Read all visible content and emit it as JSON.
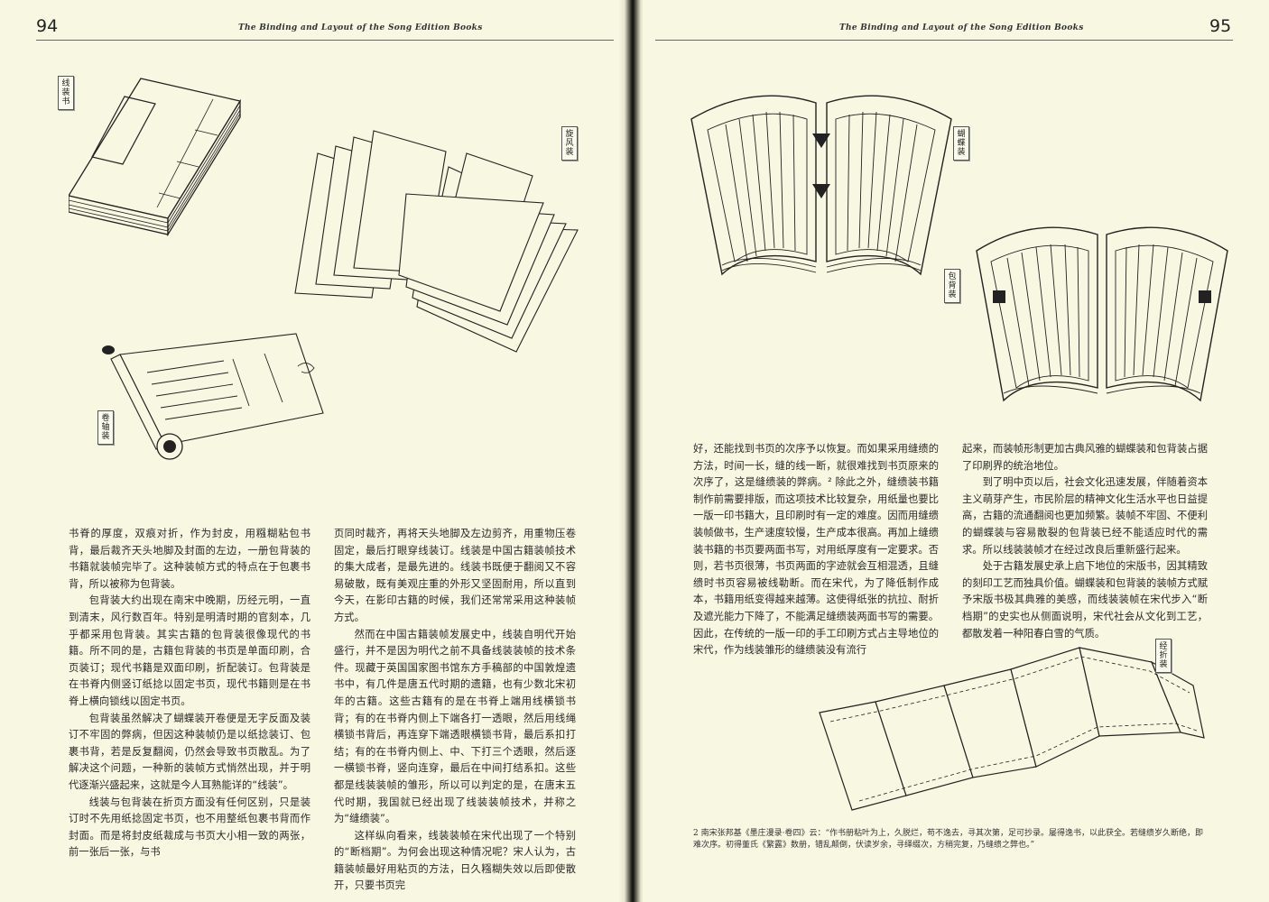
{
  "left_page": {
    "page_number": "94",
    "running_head": "The Binding and Layout of the Song Edition Books",
    "labels": {
      "thread_bound": "线装书",
      "whirlwind": "旋风装",
      "scroll": "卷轴装"
    },
    "col1": [
      "书脊的厚度，双痕对折，作为封皮，用糨糊粘包书背，最后裁齐天头地脚及封面的左边，一册包背装的书籍就装帧完毕了。这种装帧方式的特点在于包裹书背，所以被称为包背装。",
      "包背装大约出现在南宋中晚期，历经元明，一直到清末，风行数百年。特别是明清时期的官刻本，几乎都采用包背装。其实古籍的包背装很像现代的书籍。所不同的是，古籍包背装的书页是单面印刷，合页装订；现代书籍是双面印刷，折配装订。包背装是在书脊内侧竖订纸捻以固定书页，现代书籍则是在书脊上横向锁线以固定书页。",
      "包背装虽然解决了蝴蝶装开卷便是无字反面及装订不牢固的弊病，但因这种装帧仍是以纸捻装订、包裹书背，若是反复翻阅，仍然会导致书页散乱。为了解决这个问题，一种新的装帧方式悄然出现，并于明代逐渐兴盛起来，这就是今人耳熟能详的“线装”。",
      "线装与包背装在折页方面没有任何区别，只是装订时不先用纸捻固定书页，也不用整纸包裹书背而作封面。而是将封皮纸裁成与书页大小相一致的两张，前一张后一张，与书"
    ],
    "col2": [
      "页同时裁齐，再将天头地脚及左边剪齐，用重物压卷固定，最后打眼穿线装订。线装是中国古籍装帧技术的集大成者，是最先进的。线装书既便于翻阅又不容易破散，既有美观庄重的外形又坚固耐用，所以直到今天，在影印古籍的时候，我们还常常采用这种装帧方式。",
      "然而在中国古籍装帧发展史中，线装自明代开始盛行，并不是因为明代之前不具备线装装帧的技术条件。现藏于英国国家图书馆东方手稿部的中国敦煌遗书中，有几件是唐五代时期的遗籍，也有少数北宋初年的古籍。这些古籍有的是在书脊上端用线横锁书背；有的在书脊内侧上下端各打一透眼，然后用线绳横锁书背后，再连穿下端透眼横锁书背，最后系扣打结；有的在书脊内侧上、中、下打三个透眼，然后逐一横锁书脊，竖向连穿，最后在中间打结系扣。这些都是线装装帧的雏形，所以可以判定的是，在唐末五代时期，我国就已经出现了线装装帧技术，并称之为“缝缋装”。",
      "这样纵向看来，线装装帧在宋代出现了一个特别的“断档期”。为何会出现这种情况呢？宋人认为，古籍装帧最好用粘页的方法，日久糨糊失效以后即使散开，只要书页完"
    ]
  },
  "right_page": {
    "page_number": "95",
    "running_head": "The Binding and Layout of the Song Edition Books",
    "labels": {
      "butterfly": "蝴蝶装",
      "wrapped_back": "包背装",
      "sutra_fold": "经折装"
    },
    "col1": [
      "好，还能找到书页的次序予以恢复。而如果采用缝缋的方法，时间一长，缝的线一断，就很难找到书页原来的次序了，这是缝缋装的弊病。² 除此之外，缝缋装书籍制作前需要排版，而这项技术比较复杂，用纸量也要比一版一印书籍大，且印刷时有一定的难度。因而用缝缋装帧做书，生产速度较慢，生产成本很高。再加上缝缋装书籍的书页要两面书写，对用纸厚度有一定要求。否则，若书页很薄，书页两面的字迹就会互相混透，且缝缋时书页容易被线勒断。而在宋代，为了降低制作成本，书籍用纸变得越来越薄。这使得纸张的抗拉、耐折及遮光能力下降了，不能满足缝缋装两面书写的需要。因此，在传统的一版一印的手工印刷方式占主导地位的宋代，作为线装雏形的缝缋装没有流行"
    ],
    "col2": [
      "起来，而装帧形制更加古典风雅的蝴蝶装和包背装占据了印刷界的统治地位。",
      "到了明中页以后，社会文化迅速发展，伴随着资本主义萌芽产生，市民阶层的精神文化生活水平也日益提高，古籍的流通翻阅也更加频繁。装帧不牢固、不便利的蝴蝶装与容易散裂的包背装已经不能适应时代的需求。所以线装装帧才在经过改良后重新盛行起来。",
      "处于古籍发展史承上启下地位的宋版书，因其精致的刻印工艺而独具价值。蝴蝶装和包背装的装帧方式赋予宋版书极其典雅的美感，而线装装帧在宋代步入“断档期”的史实也从侧面说明，宋代社会从文化到工艺，都散发着一种阳春白雪的气质。"
    ],
    "footnote": "2 南宋张邦基《墨庄漫录·卷四》云：“作书册粘叶为上，久脱烂，苟不逸去，寻其次第，足可抄录。屡得逸书，以此获全。若缝缋岁久断绝，即难次序。初得董氏《繁露》数册，错乱颠倒，伏读岁余，寻绎缀次，方稍完复，乃缝缋之弊也。”"
  }
}
